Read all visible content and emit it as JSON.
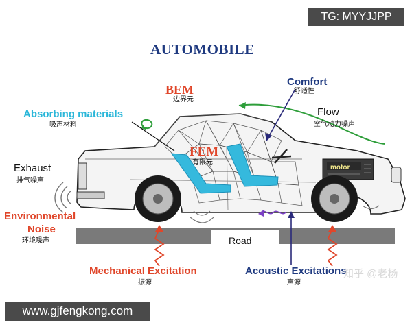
{
  "watermark": {
    "tag": "TG: MYYJJPP",
    "url": "www.gjfengkong.com",
    "zhihu": "知乎 @老杨"
  },
  "title": "AUTOMOBILE",
  "labels": {
    "bem": "BEM",
    "bem_cn": "边界元",
    "fem": "FEM",
    "fem_cn": "有限元",
    "comfort": "Comfort",
    "comfort_cn": "舒适性",
    "flow": "Flow",
    "flow_cn": "空气动力噪声",
    "absorbing": "Absorbing materials",
    "absorbing_cn": "吸声材料",
    "exhaust": "Exhaust",
    "exhaust_cn": "排气噪声",
    "env_line1": "Environmental",
    "env_line2": "Noise",
    "env_cn": "环境噪声",
    "road": "Road",
    "mechanical": "Mechanical Excitation",
    "mechanical_cn": "振源",
    "acoustic": "Acoustic Excitations",
    "acoustic_cn": "声源",
    "motor": "motor"
  },
  "colors": {
    "title": "#1f3a80",
    "red": "#e0462a",
    "cyan": "#2bb7d9",
    "navy": "#1f3a80",
    "green": "#2e9e3a",
    "road": "#7a7a7a",
    "purple": "#7b3fc4"
  }
}
